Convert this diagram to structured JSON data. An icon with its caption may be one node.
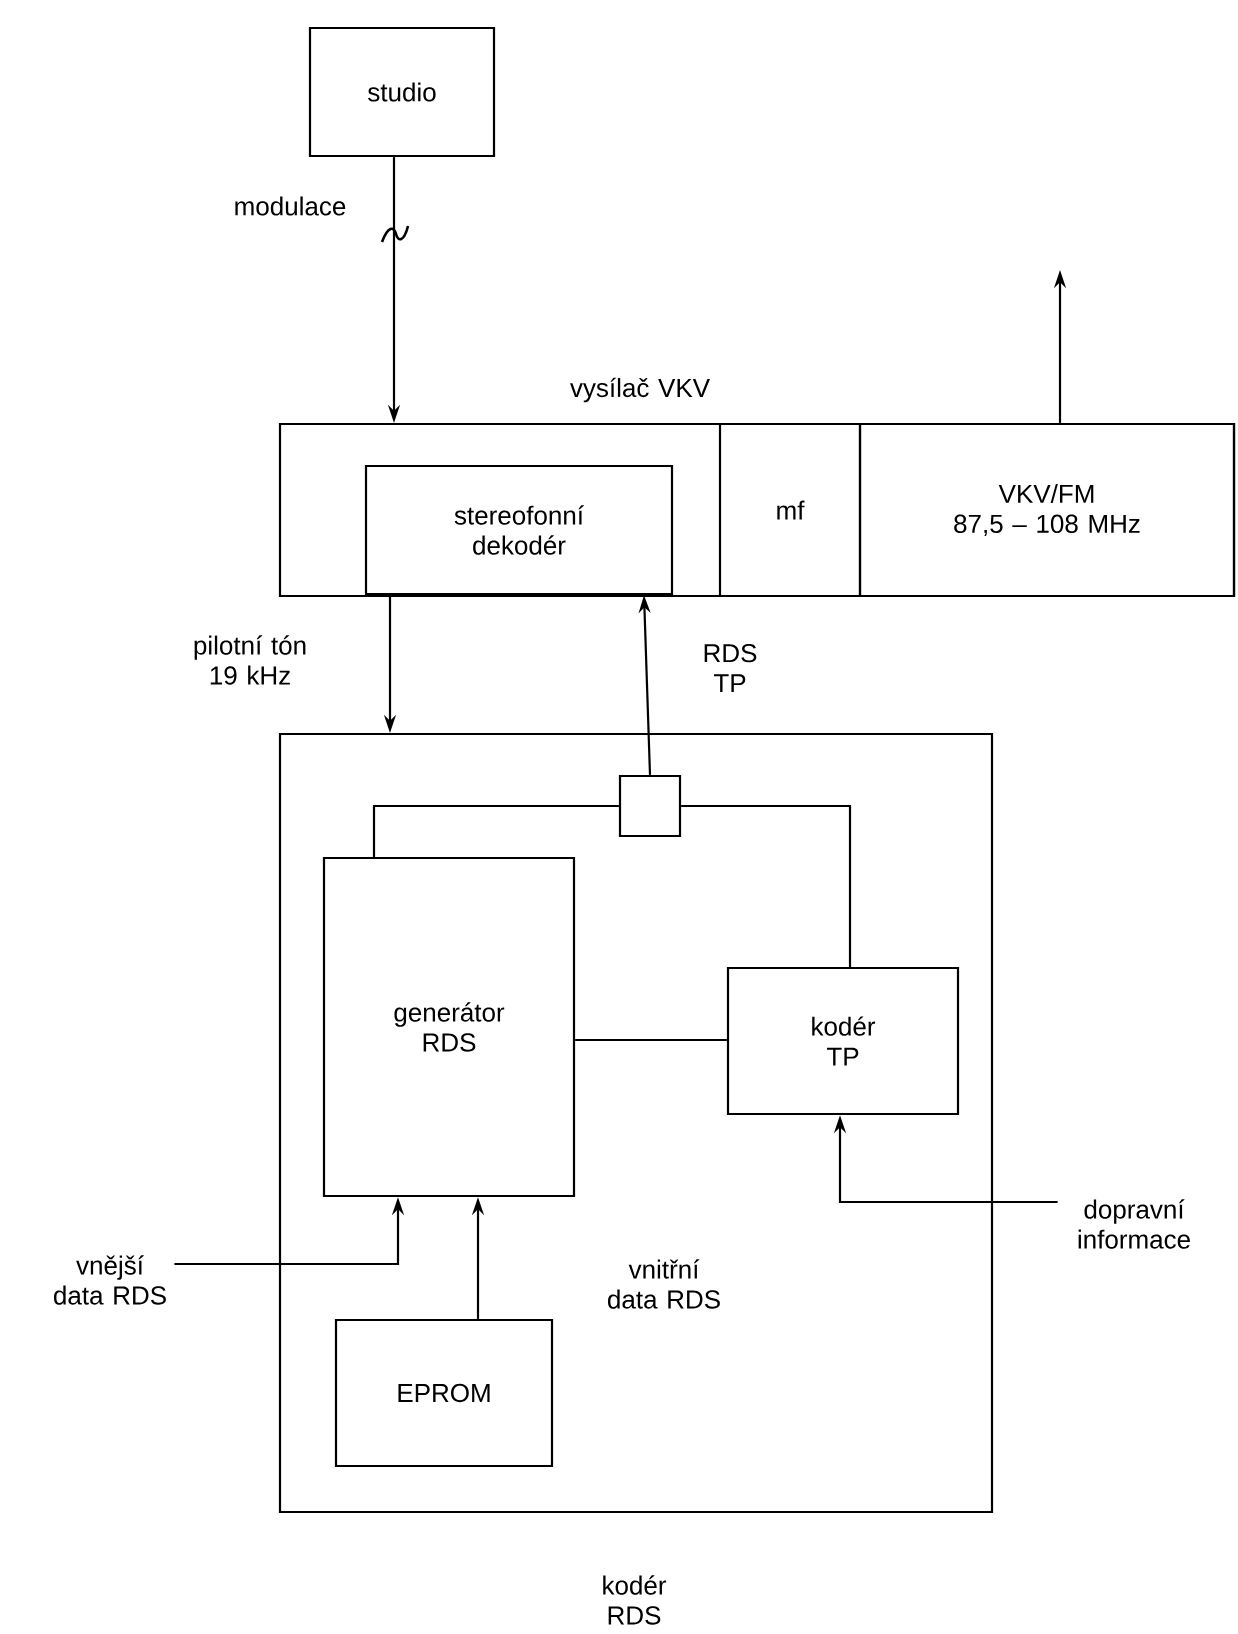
{
  "diagram": {
    "nodes": [
      {
        "text": [
          "studio"
        ]
      },
      {
        "text": [
          "vysílač VKV"
        ]
      },
      {
        "text": [
          "stereofonní dekodér"
        ],
        "in": 1
      },
      {
        "text": [
          "mf"
        ],
        "in": 1
      },
      {
        "text": [
          "VKV/FM",
          "87,5 – 108 MHz"
        ],
        "in": 1
      },
      {
        "text": [
          "kodér RDS"
        ]
      },
      {
        "text": [],
        "shape": "box",
        "in": 5
      },
      {
        "text": [
          "generátor RDS"
        ],
        "in": 5
      },
      {
        "text": [
          "kodér TP"
        ],
        "in": 5
      },
      {
        "text": [
          "EPROM"
        ],
        "in": 5
      },
      {
        "text": [
          "vnější data RDS"
        ]
      },
      {
        "text": [
          "dopravní informace"
        ]
      }
    ],
    "edges": [
      {
        "from": 0,
        "to": 1,
        "arrow": "to",
        "label": "modulace"
      },
      {
        "from": 2,
        "to": 5,
        "arrow": "to",
        "label": "pilotní tón 19 kHz"
      },
      {
        "from": 6,
        "to": 2,
        "arrow": "to",
        "label": "RDS TP"
      },
      {
        "from": 4,
        "to": null,
        "arrow": "to"
      },
      {
        "from": 7,
        "to": 6,
        "arrow": "none"
      },
      {
        "from": 8,
        "to": 6,
        "arrow": "none"
      },
      {
        "from": 7,
        "to": 8,
        "arrow": "none"
      },
      {
        "from": 10,
        "to": 7,
        "arrow": "to"
      },
      {
        "from": 9,
        "to": 7,
        "arrow": "to",
        "label": "vnitřní data RDS"
      },
      {
        "from": 11,
        "to": 8,
        "arrow": "to"
      }
    ]
  }
}
